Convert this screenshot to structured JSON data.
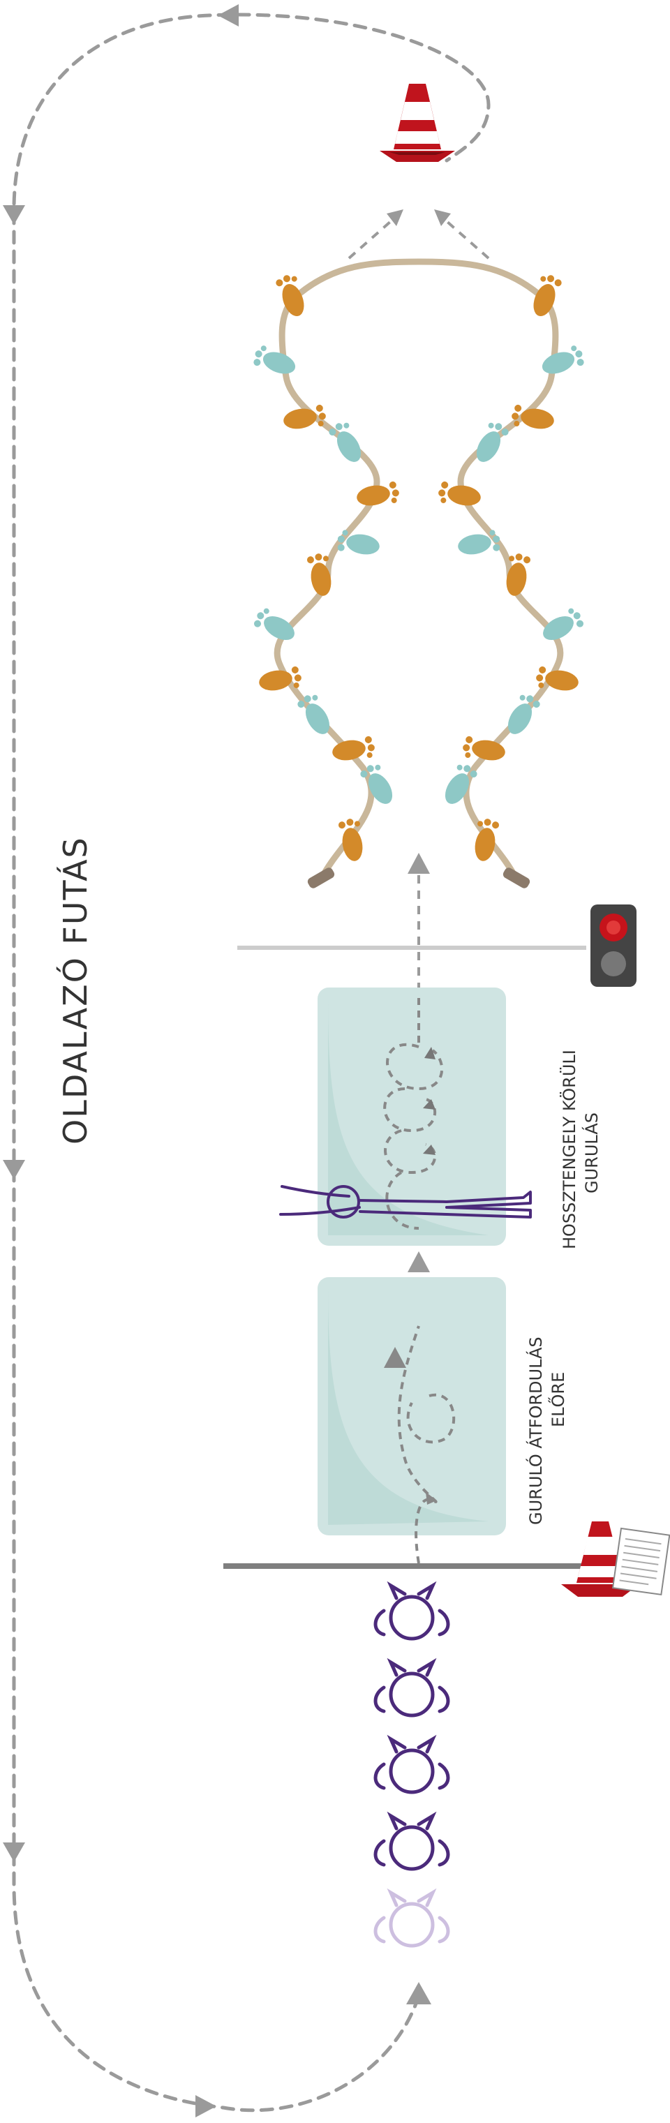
{
  "labels": {
    "side_run": "OLDALAZÓ FUTÁS",
    "station1_line1": "GURULÓ ÁTFORDULÁS",
    "station1_line2": "ELŐRE",
    "station2_line1": "HOSSZTENGELY KÖRÜLI",
    "station2_line2": "GURULÁS"
  },
  "icons": {
    "cone": "traffic-cone-icon",
    "traffic_light": "traffic-light-icon",
    "paper": "document-sheet-icon",
    "child": "child-head-icon",
    "foot": "footprint-icon"
  },
  "colors": {
    "path_gray": "#9a9a9a",
    "mat_fill": "#cfe4e2",
    "mat_shade": "#b7d7d3",
    "child_purple": "#4b2a7b",
    "child_faded": "#cdbfe0",
    "rope": "#c9b79a",
    "foot_orange": "#d38a2a",
    "foot_teal": "#8ec8c6",
    "cone_red": "#b5121b",
    "line_gray": "#cccccc",
    "start_line": "#7f7f7f"
  }
}
